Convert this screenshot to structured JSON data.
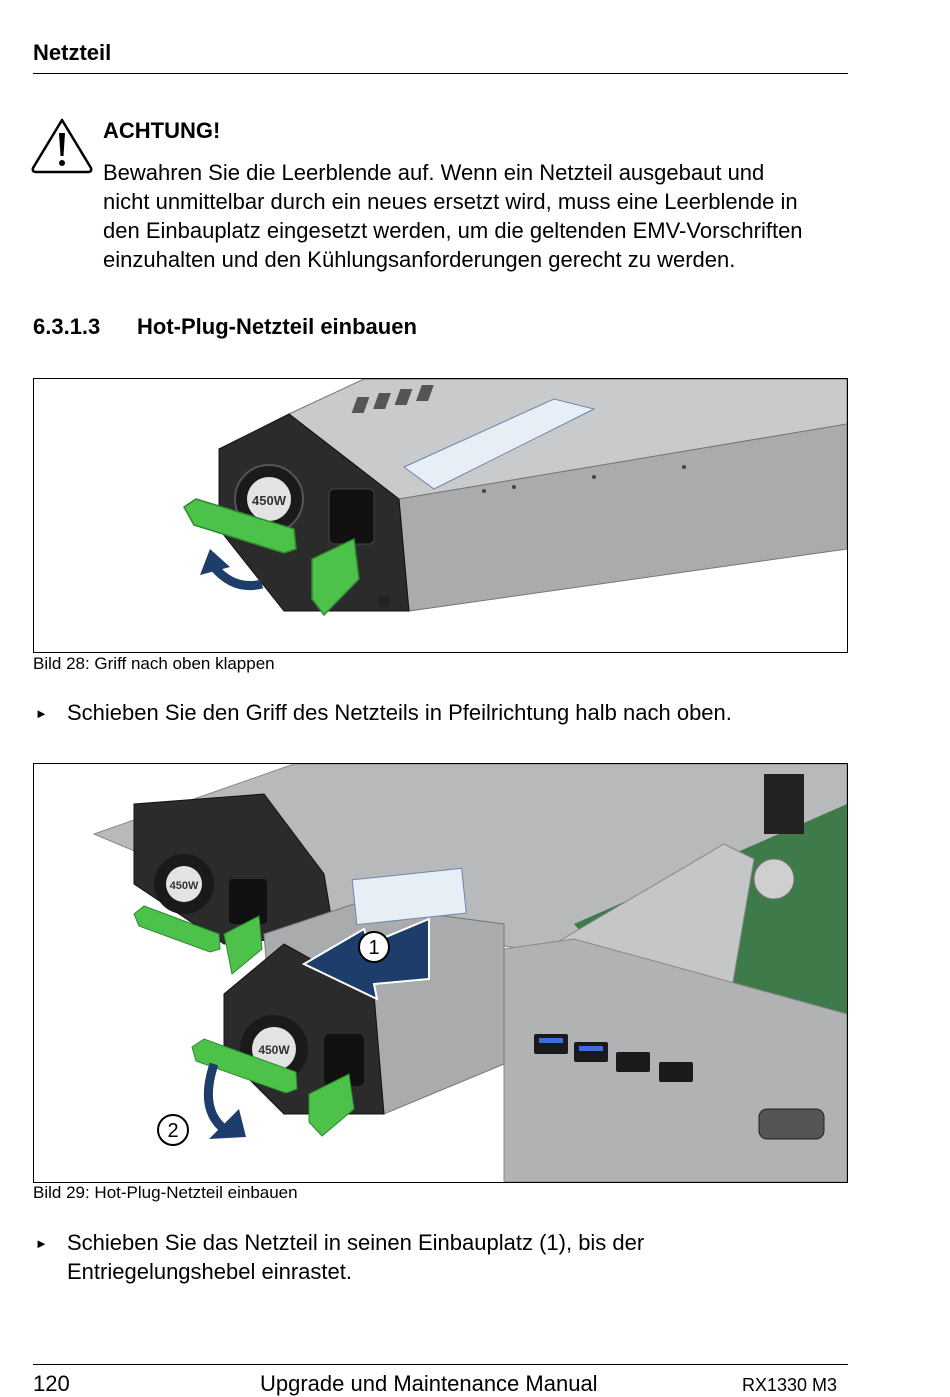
{
  "header": {
    "title": "Netzteil"
  },
  "warning": {
    "title": "ACHTUNG!",
    "lines": [
      "Bewahren Sie die Leerblende auf. Wenn ein Netzteil ausgebaut und",
      "nicht unmittelbar durch ein neues ersetzt wird, muss eine Leerblende in",
      "den Einbauplatz eingesetzt werden, um die geltenden EMV-Vorschriften",
      "einzuhalten und den Kühlungsanforderungen gerecht zu werden."
    ],
    "icon": "warning-triangle-icon"
  },
  "section": {
    "number": "6.3.1.3",
    "title": "Hot-Plug-Netzteil einbauen"
  },
  "figure1": {
    "caption": "Bild 28: Griff nach oben klappen",
    "psu_label": "450W"
  },
  "step1": "Schieben Sie den Griff des Netzteils in Pfeilrichtung halb nach oben.",
  "figure2": {
    "caption": "Bild 29: Hot-Plug-Netzteil einbauen",
    "psu_label_top": "450W",
    "psu_label_bottom": "450W",
    "marker_1": "1",
    "marker_2": "2"
  },
  "step2": {
    "lines": [
      "Schieben Sie das Netzteil in seinen Einbauplatz (1), bis der",
      "Entriegelungshebel einrastet."
    ]
  },
  "footer": {
    "page_number": "120",
    "manual_title": "Upgrade und Maintenance Manual",
    "model": "RX1330 M3"
  },
  "colors": {
    "handle_green": "#4cc24a",
    "arrow_blue": "#1d3d6b",
    "chassis_grey": "#a9abad",
    "board_green": "#3f7a4b"
  },
  "bullet_glyph": "►"
}
